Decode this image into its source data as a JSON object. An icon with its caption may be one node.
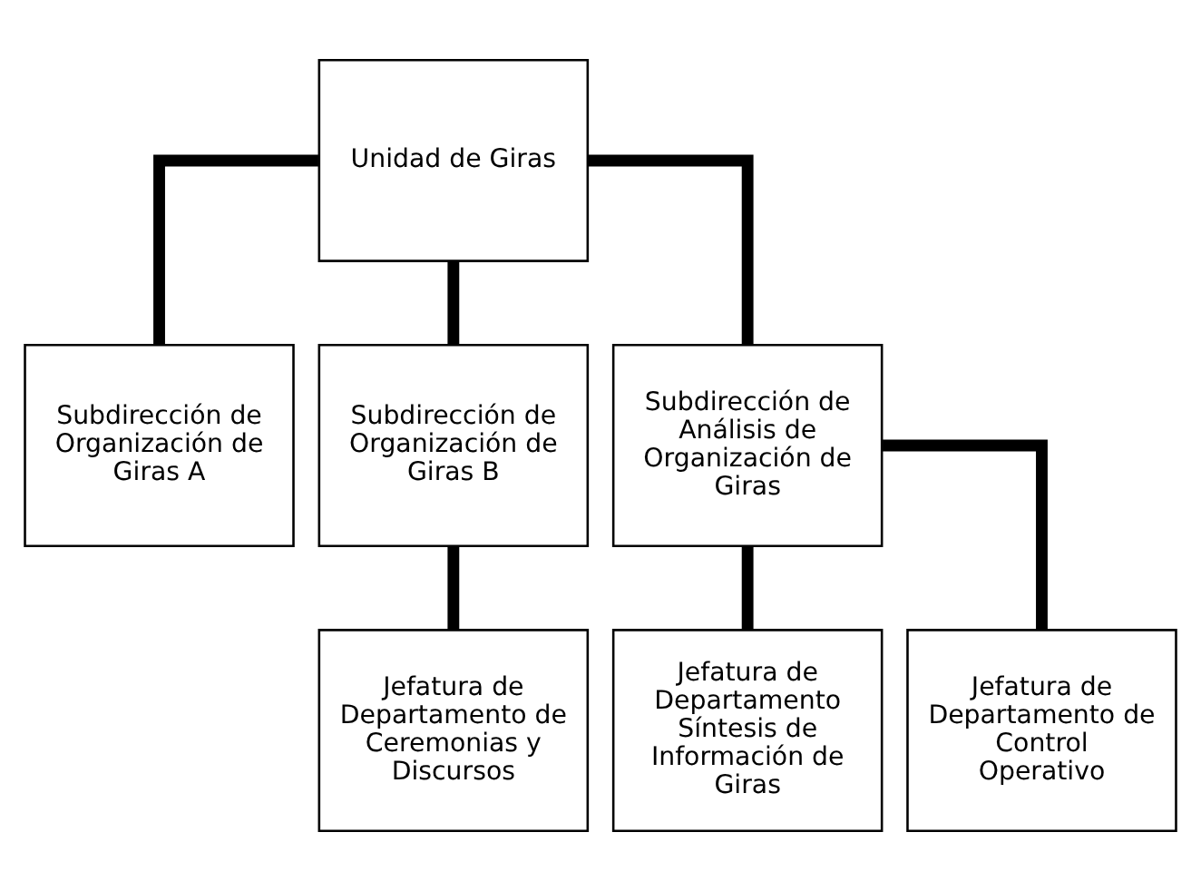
{
  "diagram": {
    "nodes": [
      {
        "text": [
          "Unidad de Giras"
        ]
      },
      {
        "text": [
          "Subdirección de Organización de Giras A"
        ]
      },
      {
        "text": [
          "Subdirección de Organización de Giras B"
        ]
      },
      {
        "text": [
          "Subdirección de Análisis de Organización de Giras"
        ]
      },
      {
        "text": [
          "Jefatura de Departamento de Ceremonias y Discursos"
        ]
      },
      {
        "text": [
          "Jefatura de Departamento Síntesis de Información de Giras"
        ]
      },
      {
        "text": [
          "Jefatura de Departamento de Control Operativo"
        ]
      }
    ],
    "edges": [
      {
        "from": 0,
        "to": 1,
        "arrow": "none"
      },
      {
        "from": 0,
        "to": 2,
        "arrow": "none"
      },
      {
        "from": 0,
        "to": 3,
        "arrow": "none"
      },
      {
        "from": 2,
        "to": 4,
        "arrow": "none"
      },
      {
        "from": 3,
        "to": 5,
        "arrow": "none"
      },
      {
        "from": 3,
        "to": 6,
        "arrow": "none"
      }
    ]
  }
}
